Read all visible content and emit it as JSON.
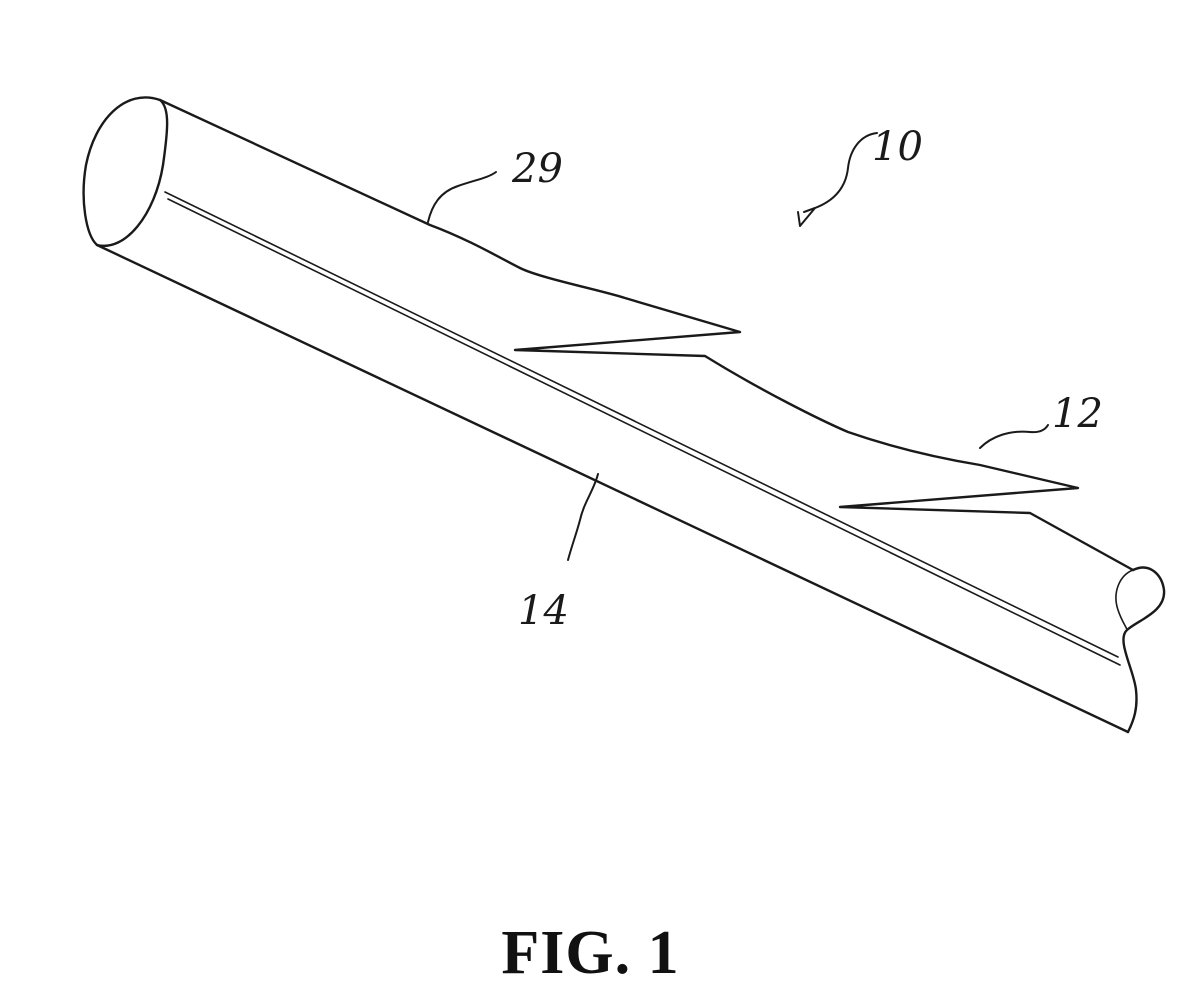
{
  "figure": {
    "caption": "FIG. 1",
    "reference_numerals": {
      "assembly": "10",
      "outer_surface": "29",
      "barb": "12",
      "body": "14"
    }
  }
}
